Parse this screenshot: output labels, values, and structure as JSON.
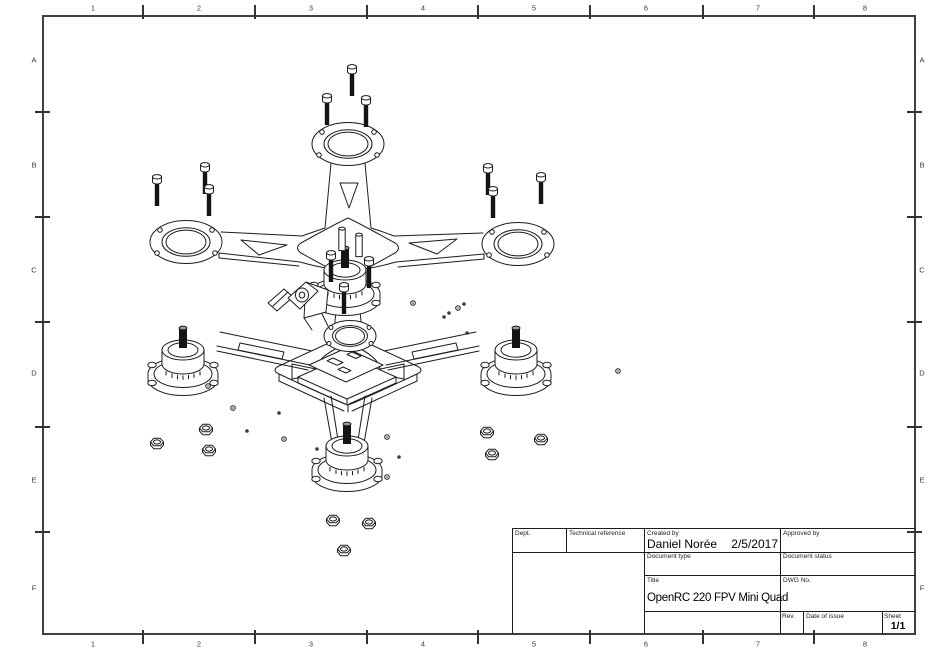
{
  "grid": {
    "cols": [
      "1",
      "2",
      "3",
      "4",
      "5",
      "6",
      "7",
      "8"
    ],
    "rows": [
      "A",
      "B",
      "C",
      "D",
      "E",
      "F"
    ]
  },
  "title_block": {
    "dept_label": "Dept.",
    "technical_reference_label": "Technical reference",
    "created_by_label": "Created by",
    "created_by": "Daniel Norée",
    "created_date": "2/5/2017",
    "approved_by_label": "Approved by",
    "document_type_label": "Document type",
    "document_status_label": "Document status",
    "title_label": "Title",
    "title": "OpenRC 220 FPV Mini Quad",
    "dwg_no_label": "DWG No.",
    "rev_label": "Rev.",
    "date_of_issue_label": "Date of issue",
    "sheet_label": "Sheet",
    "sheet_value": "1/1"
  },
  "colors": {
    "background": "#ffffff",
    "frame_line": "#404040",
    "drawing_line": "#1c1c1c",
    "text": "#1a1a1a"
  }
}
